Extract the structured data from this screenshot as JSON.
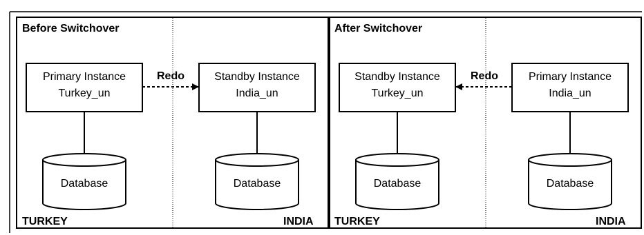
{
  "panels": [
    {
      "title": "Before Switchover",
      "left": {
        "instance_role": "Primary Instance",
        "instance_name": "Turkey_un",
        "database_label": "Database",
        "site_label": "TURKEY"
      },
      "right": {
        "instance_role": "Standby Instance",
        "instance_name": "India_un",
        "database_label": "Database",
        "site_label": "INDIA"
      },
      "redo_label": "Redo",
      "redo_direction": "left-to-right"
    },
    {
      "title": "After Switchover",
      "left": {
        "instance_role": "Standby Instance",
        "instance_name": "Turkey_un",
        "database_label": "Database",
        "site_label": "TURKEY"
      },
      "right": {
        "instance_role": "Primary Instance",
        "instance_name": "India_un",
        "database_label": "Database",
        "site_label": "INDIA"
      },
      "redo_label": "Redo",
      "redo_direction": "right-to-left"
    }
  ]
}
